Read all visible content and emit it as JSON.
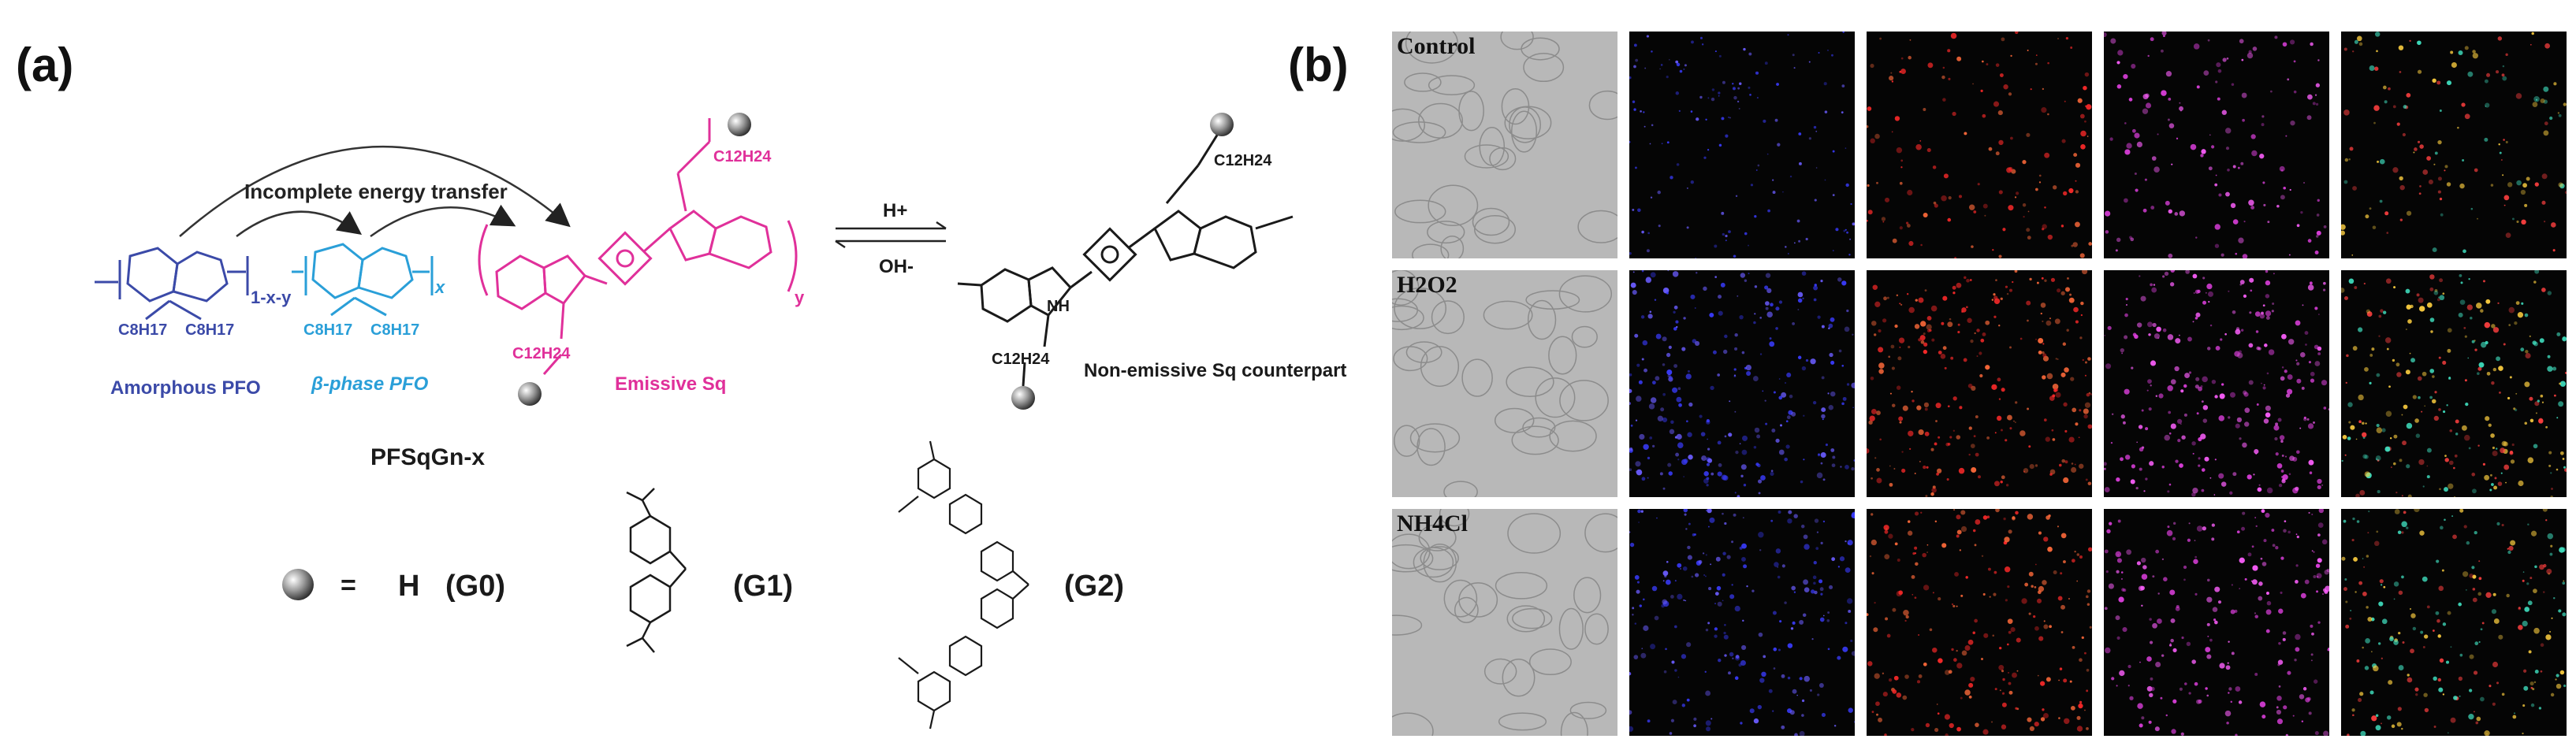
{
  "panel_a": {
    "label": "(a)",
    "energy_transfer": "Incomplete energy transfer",
    "amorphous_sub": "1-x-y",
    "beta_sub": "x",
    "sq_sub": "y",
    "c8h17": "C8H17",
    "c12h24": "C12H24",
    "amorphous_pfo": "Amorphous PFO",
    "beta_phase_pfo": "β-phase PFO",
    "emissive_sq": "Emissive Sq",
    "polymer_name": "PFSqGn-x",
    "acid": "H+",
    "base": "OH-",
    "non_emissive": "Non-emissive Sq counterpart",
    "nh": "NH",
    "legend_equals": "=",
    "legend_h": "H",
    "g0": "(G0)",
    "g1": "(G1)",
    "g2": "(G2)",
    "colors": {
      "amorphous": "#3b4aa8",
      "beta": "#2a9fd8",
      "sq": "#e0309a",
      "black": "#1a1a1a"
    }
  },
  "panel_b": {
    "label": "(b)",
    "rows": [
      "Control",
      "H2O2",
      "NH4Cl"
    ],
    "channels": [
      "bright-field",
      "blue",
      "red",
      "magenta",
      "merge"
    ]
  }
}
